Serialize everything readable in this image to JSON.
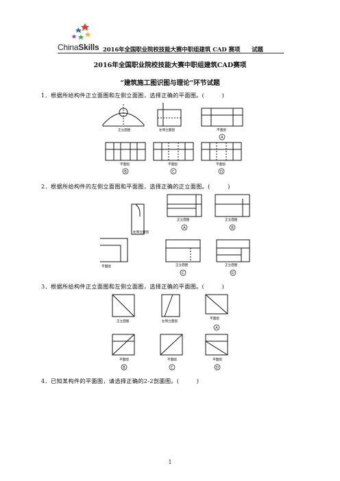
{
  "header": {
    "logo_text_a": "China",
    "logo_text_b": "Skills",
    "title": "2016年全国职业院校技能大赛中职组建筑 CAD 赛项　　试题"
  },
  "document": {
    "title": "2016年全国职业院校技能大赛中职组建筑CAD赛项",
    "section_title": "“建筑施工图识图与理论”环节试题",
    "page_number": "1"
  },
  "questions": [
    {
      "text": "1．根据所给构件正立面图和左侧立面图，选择正确的平面图。(　　　)",
      "given": [
        "正立面图",
        "左侧立面图"
      ],
      "options": [
        {
          "label": "平面图",
          "mark": "A"
        },
        {
          "label": "平面图",
          "mark": "B"
        },
        {
          "label": "平面图",
          "mark": "C"
        },
        {
          "label": "平面图",
          "mark": "D"
        }
      ]
    },
    {
      "text": "2．根据所给构件的左侧立面图和平面图，选择正确的正立面图。(　　　)",
      "given": [
        "左侧立面图",
        "平面图"
      ],
      "options": [
        {
          "label": "正立面图",
          "mark": "A"
        },
        {
          "label": "正立面图",
          "mark": "B"
        },
        {
          "label": "正立面图",
          "mark": "C"
        },
        {
          "label": "正立面图",
          "mark": "D"
        }
      ]
    },
    {
      "text": "3．根据所给构件正立面图和左侧立面图，选择正确的平面图。(　　　)",
      "given": [
        "正立面图",
        "左侧立面图"
      ],
      "options": [
        {
          "label": "平面图",
          "mark": "A"
        },
        {
          "label": "平面图",
          "mark": "B"
        },
        {
          "label": "平面图",
          "mark": "C"
        },
        {
          "label": "平面图",
          "mark": "D"
        }
      ]
    },
    {
      "text": "4．已知某构件的平面图，请选择正确的2-2剖面图。(　　　)"
    }
  ]
}
